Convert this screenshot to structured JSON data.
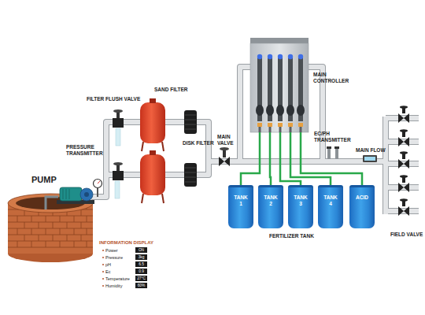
{
  "diagram": {
    "nodes": [
      {
        "text": [
          "MAIN CONTROLLER"
        ]
      },
      {
        "text": [
          "TANK 1"
        ]
      },
      {
        "text": [
          "TANK 2"
        ]
      },
      {
        "text": [
          "TANK 3"
        ]
      },
      {
        "text": [
          "TANK 4"
        ]
      },
      {
        "text": [
          "ACID"
        ]
      }
    ],
    "edges": [
      {
        "from": 1,
        "to": 0,
        "arrow": "none"
      },
      {
        "from": 2,
        "to": 0,
        "arrow": "none"
      },
      {
        "from": 3,
        "to": 0,
        "arrow": "none"
      },
      {
        "from": 4,
        "to": 0,
        "arrow": "none"
      },
      {
        "from": 5,
        "to": 0,
        "arrow": "none"
      }
    ],
    "labels": [
      "FILTER FLUSH VALVE",
      "SAND FILTER",
      "PRESSURE TRANSMITTER",
      "PUMP",
      "DISK FILTER",
      "MAIN VALVE",
      "EC/PH TRANSMITTER",
      "MAIN FLOW",
      "FERTILIZER TANK",
      "FIELD VALVE",
      "INFORMATION DISPLAY",
      "Power",
      "ON",
      "Pressure",
      "3kg",
      "pH",
      "6.5",
      "Ec",
      "0.9",
      "Temperature",
      "27°C",
      "Humidity",
      "60%"
    ]
  }
}
